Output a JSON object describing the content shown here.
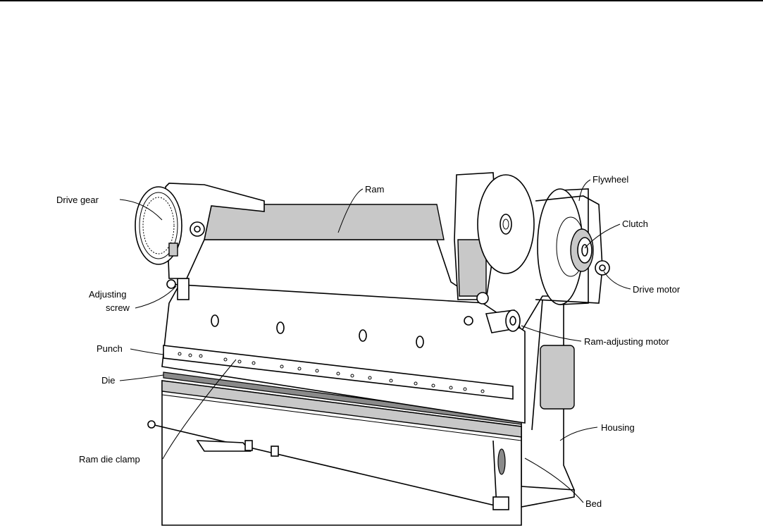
{
  "labels": {
    "drive_gear": "Drive gear",
    "ram": "Ram",
    "flywheel": "Flywheel",
    "clutch": "Clutch",
    "drive_motor": "Drive motor",
    "adjusting_screw_line1": "Adjusting",
    "adjusting_screw_line2": "screw",
    "ram_adjusting_motor": "Ram-adjusting motor",
    "punch": "Punch",
    "die": "Die",
    "housing": "Housing",
    "ram_die_clamp": "Ram die clamp",
    "bed": "Bed"
  }
}
